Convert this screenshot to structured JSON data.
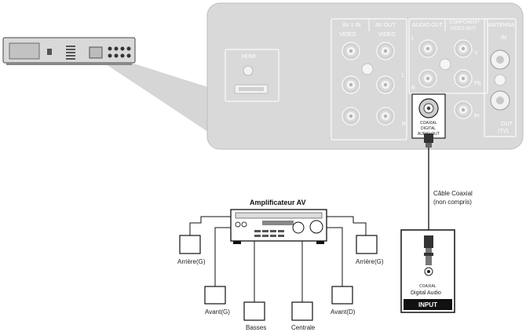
{
  "panel": {
    "av1_in": "AV 1 IN",
    "av_out": "AV OUT",
    "audio_out": "AUDIO OUT",
    "component_l1": "COMPONENT",
    "component_l2": "VIDEO OUT",
    "antenna": "ANTENNA",
    "hdmi": "HDMI",
    "video": "VIDEO",
    "coaxial_l1": "COAXIAL",
    "coaxial_l2": "DIGITAL",
    "coaxial_l3": "AUDIO OUT",
    "ant_in": "IN",
    "ant_out": "OUT",
    "ant_tv": "(TV)",
    "jack_l": "L",
    "jack_r": "R",
    "comp_y": "Y",
    "comp_pb": "Pb",
    "comp_pr": "Pr"
  },
  "cable": {
    "line1": "Câble Coaxial",
    "line2": "(non compris)"
  },
  "amplifier": {
    "title": "Amplificateur AV"
  },
  "input_box": {
    "jack_label": "COAXIAL",
    "caption": "Digital Audio",
    "badge": "INPUT"
  },
  "speakers": [
    {
      "label": "Arrière(G)"
    },
    {
      "label": "Avant(G)"
    },
    {
      "label": "Basses"
    },
    {
      "label": "Centrale"
    },
    {
      "label": "Avant(D)"
    },
    {
      "label": "Arrière(G)"
    }
  ]
}
